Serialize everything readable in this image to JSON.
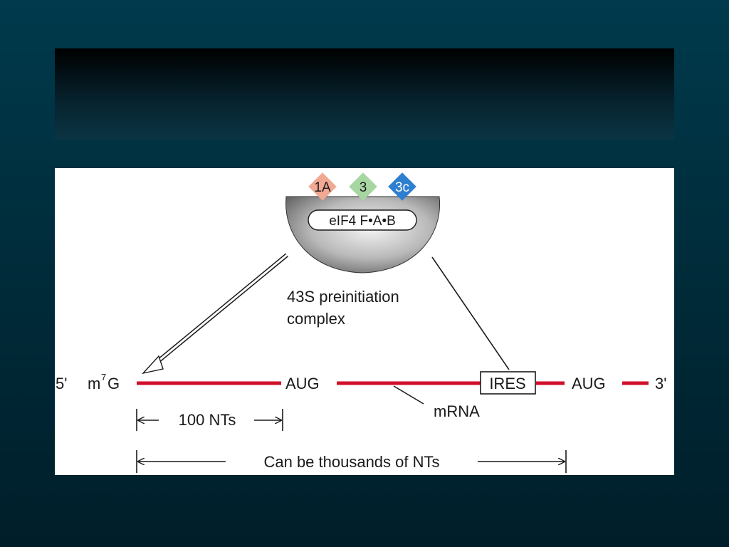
{
  "slide": {
    "title": ""
  },
  "diagram": {
    "factors": [
      {
        "label": "1A",
        "color": "#f1a993"
      },
      {
        "label": "3",
        "color": "#a8d6a3"
      },
      {
        "label": "3c",
        "color": "#2f7fd0"
      }
    ],
    "ribosome_label": "eIF4 F•A•B",
    "complex_caption_line1": "43S preinitiation",
    "complex_caption_line2": "complex",
    "five_prime": "5'",
    "cap_base": "m",
    "cap_superscript": "7",
    "cap_letter": "G",
    "aug_first": "AUG",
    "ires": "IRES",
    "aug_second": "AUG",
    "three_prime": "3'",
    "mrna_label": "mRNA",
    "span_short": "100 NTs",
    "span_long": "Can be thousands of NTs",
    "mrna_color": "#d0102a"
  }
}
